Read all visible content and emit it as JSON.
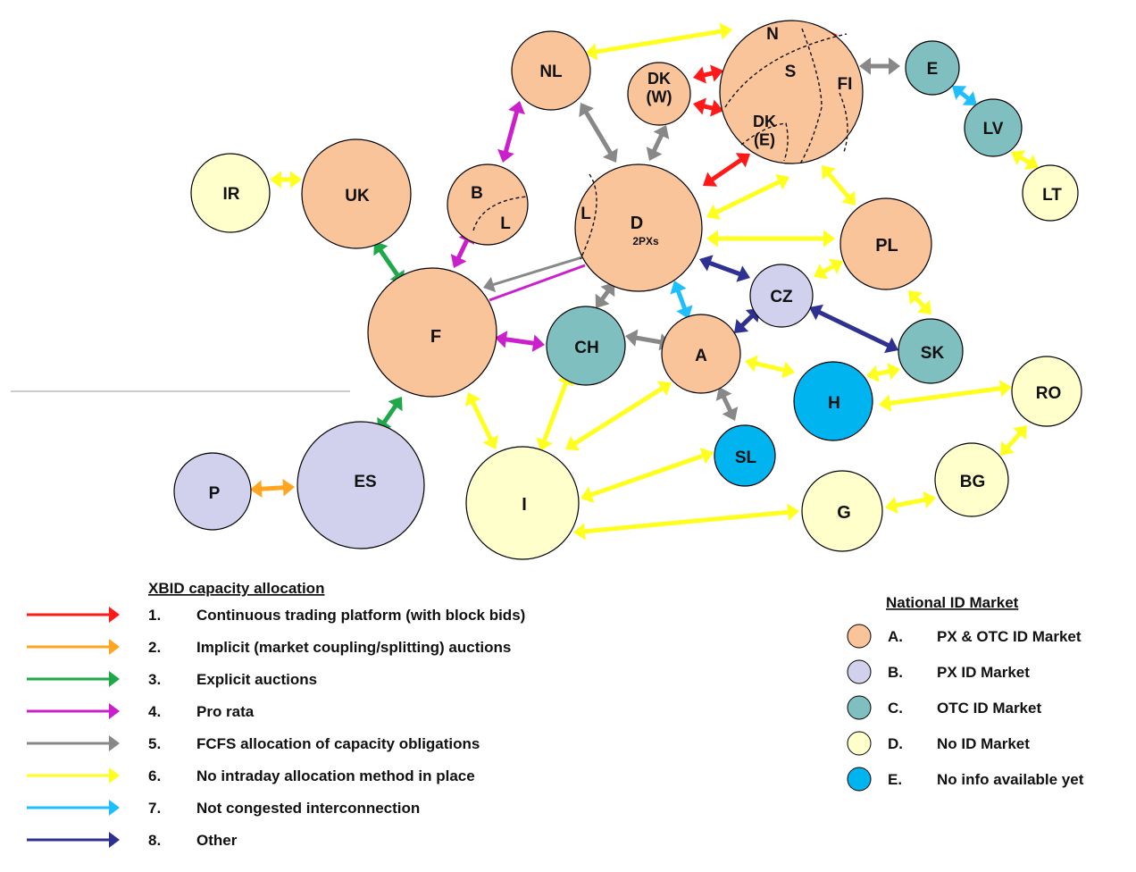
{
  "nodes": [
    {
      "id": "N",
      "label": "N",
      "color": "A"
    },
    {
      "id": "S",
      "label": "S",
      "color": "A"
    },
    {
      "id": "FI",
      "label": "FI",
      "color": "A"
    },
    {
      "id": "DKE",
      "label": "DK (E)",
      "color": "A"
    },
    {
      "id": "DKW",
      "label": "DK (W)",
      "color": "A"
    },
    {
      "id": "NL",
      "label": "NL",
      "color": "A"
    },
    {
      "id": "E",
      "label": "E",
      "color": "C"
    },
    {
      "id": "LV",
      "label": "LV",
      "color": "C"
    },
    {
      "id": "LT",
      "label": "LT",
      "color": "D"
    },
    {
      "id": "IR",
      "label": "IR",
      "color": "D"
    },
    {
      "id": "UK",
      "label": "UK",
      "color": "A"
    },
    {
      "id": "B",
      "label": "B",
      "color": "A"
    },
    {
      "id": "Lb",
      "label": "L",
      "color": "A"
    },
    {
      "id": "D",
      "label": "D",
      "sub": "2PXs",
      "color": "A"
    },
    {
      "id": "Ld",
      "label": "L",
      "color": "A"
    },
    {
      "id": "PL",
      "label": "PL",
      "color": "A"
    },
    {
      "id": "CZ",
      "label": "CZ",
      "color": "B"
    },
    {
      "id": "F",
      "label": "F",
      "color": "A"
    },
    {
      "id": "CH",
      "label": "CH",
      "color": "C"
    },
    {
      "id": "A",
      "label": "A",
      "color": "A"
    },
    {
      "id": "SK",
      "label": "SK",
      "color": "C"
    },
    {
      "id": "H",
      "label": "H",
      "color": "E"
    },
    {
      "id": "RO",
      "label": "RO",
      "color": "D"
    },
    {
      "id": "SL",
      "label": "SL",
      "color": "E"
    },
    {
      "id": "ES",
      "label": "ES",
      "color": "B"
    },
    {
      "id": "P",
      "label": "P",
      "color": "B"
    },
    {
      "id": "I",
      "label": "I",
      "color": "D"
    },
    {
      "id": "G",
      "label": "G",
      "color": "D"
    },
    {
      "id": "BG",
      "label": "BG",
      "color": "D"
    }
  ],
  "edges": [
    {
      "from": "NL",
      "to": "N",
      "method": 6
    },
    {
      "from": "E",
      "to": "Nordic",
      "method": 5
    },
    {
      "from": "E",
      "to": "LV",
      "method": 7
    },
    {
      "from": "LV",
      "to": "LT",
      "method": 6
    },
    {
      "from": "IR",
      "to": "UK",
      "method": 6
    },
    {
      "from": "NL",
      "to": "B",
      "method": 4
    },
    {
      "from": "NL",
      "to": "D",
      "method": 5
    },
    {
      "from": "DKW",
      "to": "D",
      "method": 5
    },
    {
      "from": "DKW",
      "to": "S",
      "method": 1
    },
    {
      "from": "DKW",
      "to": "DKE",
      "method": 1
    },
    {
      "from": "N",
      "to": "S",
      "method": 1
    },
    {
      "from": "N",
      "to": "FI",
      "method": 1
    },
    {
      "from": "S",
      "to": "FI",
      "method": 1
    },
    {
      "from": "DKE",
      "to": "S",
      "method": 1
    },
    {
      "from": "DKE",
      "to": "D",
      "method": 1
    },
    {
      "from": "Nordic",
      "to": "D",
      "method": 6
    },
    {
      "from": "Nordic",
      "to": "PL",
      "method": 6
    },
    {
      "from": "UK",
      "to": "F",
      "method": 3
    },
    {
      "from": "B",
      "to": "F",
      "method": 4
    },
    {
      "from": "D",
      "to": "F",
      "method": 5
    },
    {
      "from": "D",
      "to": "F",
      "method": 4
    },
    {
      "from": "D",
      "to": "PL",
      "method": 6
    },
    {
      "from": "D",
      "to": "CZ",
      "method": 8
    },
    {
      "from": "D",
      "to": "CH",
      "method": 5
    },
    {
      "from": "D",
      "to": "A",
      "method": 7
    },
    {
      "from": "CZ",
      "to": "PL",
      "method": 6
    },
    {
      "from": "PL",
      "to": "SK",
      "method": 6
    },
    {
      "from": "CZ",
      "to": "A",
      "method": 8
    },
    {
      "from": "CZ",
      "to": "SK",
      "method": 8
    },
    {
      "from": "F",
      "to": "CH",
      "method": 4
    },
    {
      "from": "CH",
      "to": "A",
      "method": 5
    },
    {
      "from": "F",
      "to": "ES",
      "method": 3
    },
    {
      "from": "F",
      "to": "I",
      "method": 6
    },
    {
      "from": "CH",
      "to": "I",
      "method": 6
    },
    {
      "from": "A",
      "to": "I",
      "method": 6
    },
    {
      "from": "A",
      "to": "SL",
      "method": 5
    },
    {
      "from": "A",
      "to": "H",
      "method": 6
    },
    {
      "from": "H",
      "to": "SK",
      "method": 6
    },
    {
      "from": "H",
      "to": "RO",
      "method": 6
    },
    {
      "from": "SL",
      "to": "I",
      "method": 6
    },
    {
      "from": "I",
      "to": "G",
      "method": 6
    },
    {
      "from": "G",
      "to": "BG",
      "method": 6
    },
    {
      "from": "BG",
      "to": "RO",
      "method": 6
    },
    {
      "from": "P",
      "to": "ES",
      "method": 2
    }
  ],
  "legend_capacity": {
    "title": "XBID capacity allocation",
    "items": [
      {
        "num": "1.",
        "label": "Continuous trading platform (with block bids)",
        "color": "#ff1a1a"
      },
      {
        "num": "2.",
        "label": "Implicit (market coupling/splitting) auctions",
        "color": "#ffa51f"
      },
      {
        "num": "3.",
        "label": "Explicit auctions",
        "color": "#1fa84a"
      },
      {
        "num": "4.",
        "label": "Pro rata",
        "color": "#cc1fcc"
      },
      {
        "num": "5.",
        "label": "FCFS allocation of capacity obligations",
        "color": "#888888"
      },
      {
        "num": "6.",
        "label": "No intraday allocation method in place",
        "color": "#ffff1f"
      },
      {
        "num": "7.",
        "label": "Not congested interconnection",
        "color": "#1fbfff"
      },
      {
        "num": "8.",
        "label": "Other",
        "color": "#2e3192"
      }
    ]
  },
  "legend_market": {
    "title": "National ID Market",
    "items": [
      {
        "num": "A.",
        "label": "PX & OTC ID Market",
        "key": "A"
      },
      {
        "num": "B.",
        "label": "PX ID Market",
        "key": "B"
      },
      {
        "num": "C.",
        "label": "OTC ID Market",
        "key": "C"
      },
      {
        "num": "D.",
        "label": "No ID Market",
        "key": "D"
      },
      {
        "num": "E.",
        "label": "No info available yet",
        "key": "E"
      }
    ]
  },
  "colors": {
    "A": "#fac49a",
    "B": "#d1d1ee",
    "C": "#7fbfbf",
    "D": "#ffffcc",
    "E": "#00b4ef",
    "stroke": "#000000"
  }
}
